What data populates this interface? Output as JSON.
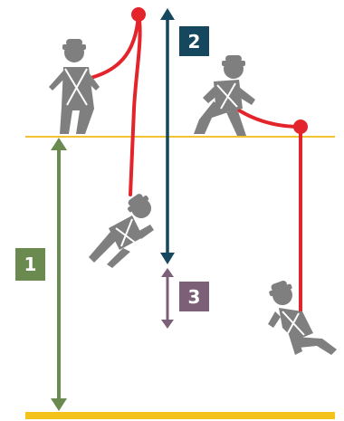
{
  "colors": {
    "edge_line": "#f2c230",
    "ground": "#f3c31c",
    "lanyard": "#e3242b",
    "dimension_1": "#6b8a50",
    "dimension_2": "#15475e",
    "dimension_3": "#7b6077",
    "worker": "#7f7f7f"
  },
  "labels": {
    "one": "1",
    "two": "2",
    "three": "3"
  },
  "icons": [
    "worker-standing-icon",
    "worker-falling-icon",
    "worker-crouching-icon",
    "worker-suspended-icon"
  ]
}
